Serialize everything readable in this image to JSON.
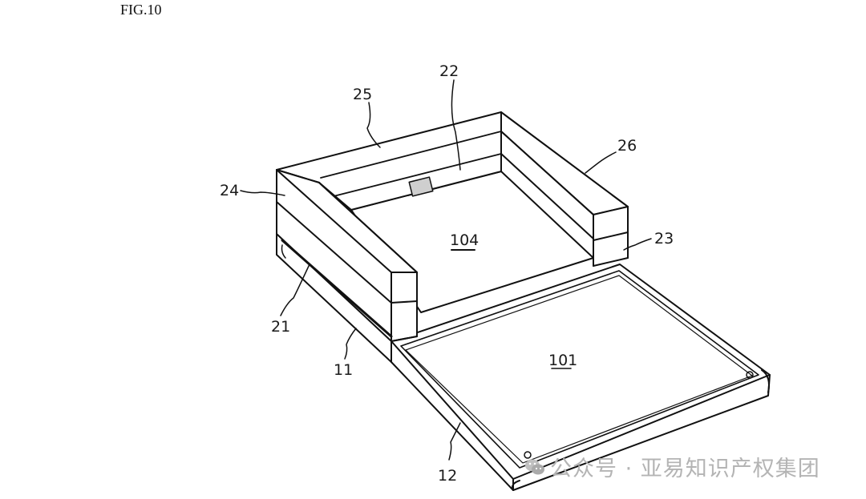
{
  "figure": {
    "title": "FIG.10"
  },
  "labels": {
    "r22": "22",
    "r25": "25",
    "r26": "26",
    "r24": "24",
    "r23": "23",
    "r104": "104",
    "r21": "21",
    "r11": "11",
    "r101": "101",
    "r12": "12"
  },
  "watermark": {
    "text": "公众号 · 亚易知识产权集团",
    "icon": "wechat-icon"
  }
}
